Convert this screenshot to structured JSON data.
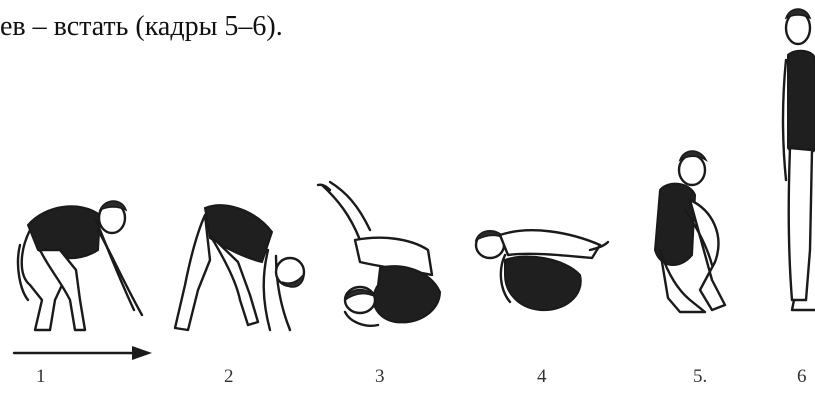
{
  "caption": "ев – встать (кадры 5–6).",
  "frames": [
    {
      "label": "1"
    },
    {
      "label": "2"
    },
    {
      "label": "3"
    },
    {
      "label": "4"
    },
    {
      "label": "5."
    },
    {
      "label": "6"
    }
  ],
  "colors": {
    "ink": "#1a1a1a",
    "background": "#ffffff"
  }
}
